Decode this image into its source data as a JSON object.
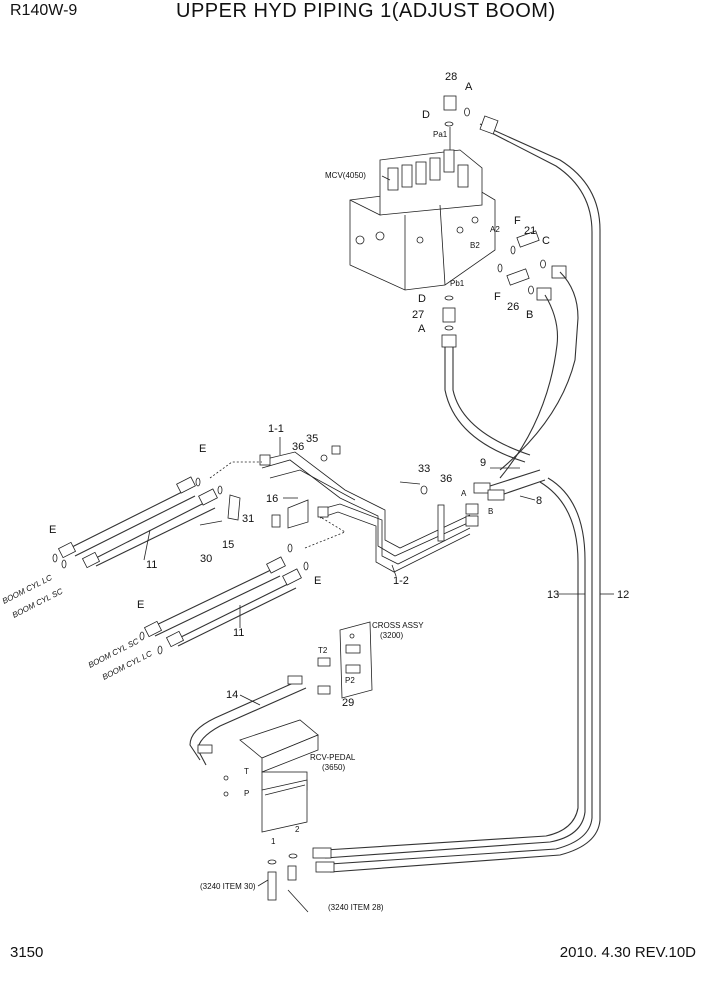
{
  "header": {
    "model": "R140W-9",
    "title": "UPPER HYD PIPING 1(ADJUST BOOM)"
  },
  "footer": {
    "page_number": "3150",
    "revision": "2010. 4.30  REV.10D"
  },
  "callouts": {
    "c28": "28",
    "cA1": "A",
    "cD1": "D",
    "cPa1": "Pa1",
    "cMCV": "MCV(4050)",
    "cA2": "A2",
    "cB2": "B2",
    "cF1": "F",
    "c21": "21",
    "cC": "C",
    "cPb1": "Pb1",
    "cF2": "F",
    "c26": "26",
    "cB": "B",
    "cD2": "D",
    "c27": "27",
    "cA3": "A",
    "c11a": "1-1",
    "c36a": "36",
    "c35": "35",
    "cE1": "E",
    "c16": "16",
    "c31": "31",
    "c15": "15",
    "c30": "30",
    "cE2": "E",
    "c11b": "11",
    "c33": "33",
    "c36b": "36",
    "c9": "9",
    "c8": "8",
    "cA4": "A",
    "cB4": "B",
    "c12b": "1-2",
    "cE3": "E",
    "c11c": "11",
    "cE4": "E",
    "c13": "13",
    "c12": "12",
    "cCross": "CROSS ASSY",
    "cCrossNo": "(3200)",
    "cT2": "T2",
    "cP2": "P2",
    "c29": "29",
    "c14": "14",
    "cPedal": "RCV-PEDAL",
    "cPedalNo": "(3650)",
    "cT": "T",
    "cP": "P",
    "c1": "1",
    "c2": "2",
    "c3240a": "(3240 ITEM 30)",
    "c3240b": "(3240 ITEM 28)",
    "bLC1": "BOOM CYL LC",
    "bSC1": "BOOM CYL SC",
    "bSC2": "BOOM CYL SC",
    "bLC2": "BOOM CYL LC"
  }
}
